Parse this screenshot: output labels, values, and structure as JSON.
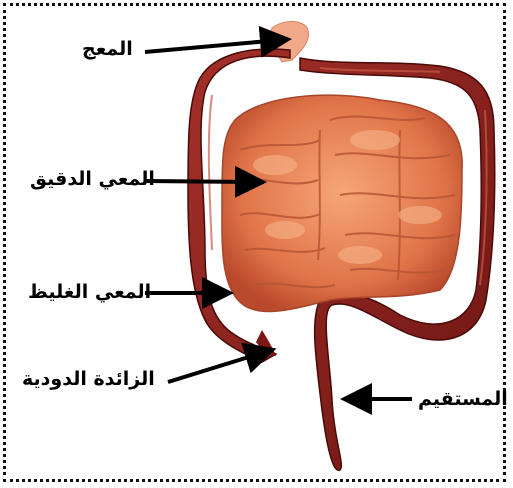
{
  "labels": {
    "stomach": "المعج",
    "small_intestine": "المعي الدقيق",
    "large_intestine": "المعي الغليظ",
    "appendix": "الزائدة الدودية",
    "rectum": "المستقيم"
  },
  "colors": {
    "colon": "#8e1f1c",
    "colon_dark": "#5e0f0e",
    "small_intestine": "#e0744a",
    "small_intestine_light": "#f29a6c",
    "arrow": "#000000"
  }
}
